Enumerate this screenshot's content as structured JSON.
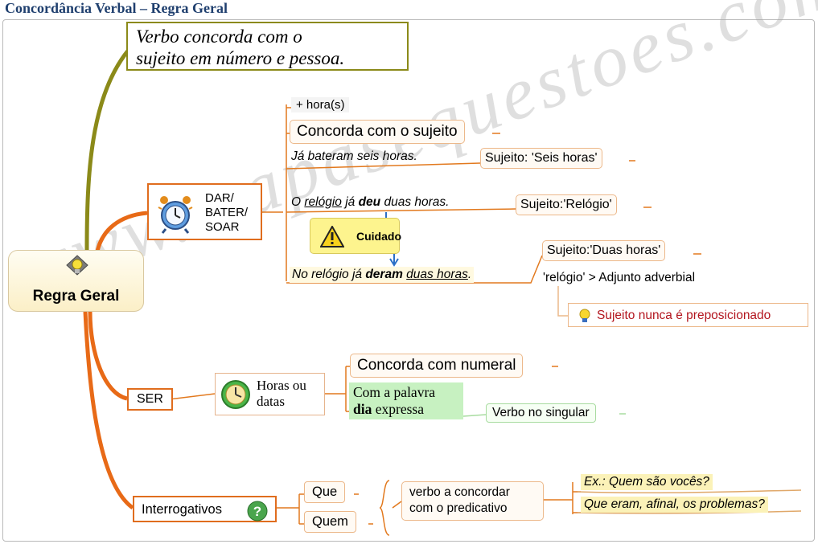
{
  "title": "Concordância Verbal – Regra Geral",
  "watermark": "www.mapasequestoes.com.br/",
  "root": {
    "label": "Regra Geral",
    "icon": "idea-lightbulb-icon"
  },
  "rule": {
    "line1": "Verbo concorda com o",
    "line2": "sujeito em número e pessoa."
  },
  "dar_bater_soar": {
    "lines": [
      "DAR/",
      "BATER/",
      "SOAR"
    ],
    "icon": "alarm-clock-icon",
    "hora": "+ hora(s)",
    "concorda": "Concorda com o sujeito",
    "example1": "Já bateram seis horas.",
    "subject1": "Sujeito: 'Seis horas'",
    "example2": {
      "pre": "O ",
      "u1": "relógio",
      "mid": " já ",
      "b1": "deu",
      "post": " duas horas."
    },
    "subject2": "Sujeito:'Relógio'",
    "caution": {
      "label": "Cuidado",
      "icon": "warning-icon"
    },
    "example3": {
      "pre": "No relógio já ",
      "b1": "deram",
      "sp": " ",
      "u1": "duas horas",
      "post": "."
    },
    "subject3": "Sujeito:'Duas horas'",
    "adjunct": "'relógio' > Adjunto adverbial",
    "note": {
      "text": "Sujeito nunca é preposicionado",
      "icon": "small-lightbulb-icon",
      "color": "#b3161f"
    }
  },
  "ser": {
    "label": "SER",
    "horas": {
      "lines": [
        "Horas ou",
        "datas"
      ],
      "icon": "clock-icon"
    },
    "numeral": "Concorda com numeral",
    "palavra": {
      "pre": "Com a palavra",
      "bold": "dia",
      "post": " expressa"
    },
    "singular": "Verbo no singular"
  },
  "interrogativos": {
    "label": "Interrogativos",
    "icon": "question-icon",
    "que": "Que",
    "quem": "Quem",
    "predicativo": [
      "verbo a concordar",
      "com o predicativo"
    ],
    "ex1": "Ex.: Quem são vocês?",
    "ex2": "Que eram, afinal, os problemas?"
  },
  "colors": {
    "branch": "#e86a17",
    "rule_branch": "#8b8a19",
    "title": "#1f3f6e",
    "highlight_green": "#c7f1c1"
  }
}
